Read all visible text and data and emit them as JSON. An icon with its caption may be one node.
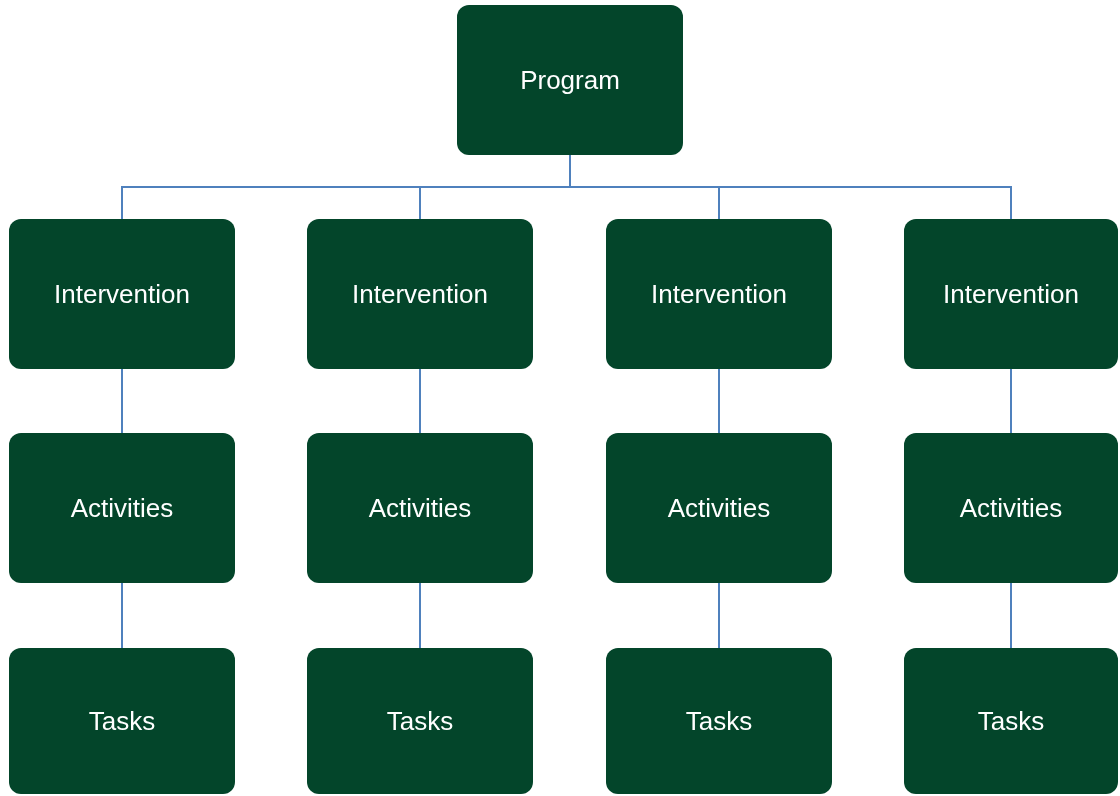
{
  "diagram": {
    "nodes": [
      {
        "text": [
          "Program"
        ]
      },
      {
        "text": [
          "Intervention"
        ]
      },
      {
        "text": [
          "Intervention"
        ]
      },
      {
        "text": [
          "Intervention"
        ]
      },
      {
        "text": [
          "Intervention"
        ]
      },
      {
        "text": [
          "Activities"
        ]
      },
      {
        "text": [
          "Activities"
        ]
      },
      {
        "text": [
          "Activities"
        ]
      },
      {
        "text": [
          "Activities"
        ]
      },
      {
        "text": [
          "Tasks"
        ]
      },
      {
        "text": [
          "Tasks"
        ]
      },
      {
        "text": [
          "Tasks"
        ]
      },
      {
        "text": [
          "Tasks"
        ]
      }
    ],
    "edges": [
      {
        "from": 0,
        "to": 1,
        "arrow": "none"
      },
      {
        "from": 0,
        "to": 2,
        "arrow": "none"
      },
      {
        "from": 0,
        "to": 3,
        "arrow": "none"
      },
      {
        "from": 0,
        "to": 4,
        "arrow": "none"
      },
      {
        "from": 1,
        "to": 5,
        "arrow": "none"
      },
      {
        "from": 2,
        "to": 6,
        "arrow": "none"
      },
      {
        "from": 3,
        "to": 7,
        "arrow": "none"
      },
      {
        "from": 4,
        "to": 8,
        "arrow": "none"
      },
      {
        "from": 5,
        "to": 9,
        "arrow": "none"
      },
      {
        "from": 6,
        "to": 10,
        "arrow": "none"
      },
      {
        "from": 7,
        "to": 11,
        "arrow": "none"
      },
      {
        "from": 8,
        "to": 12,
        "arrow": "none"
      }
    ]
  }
}
